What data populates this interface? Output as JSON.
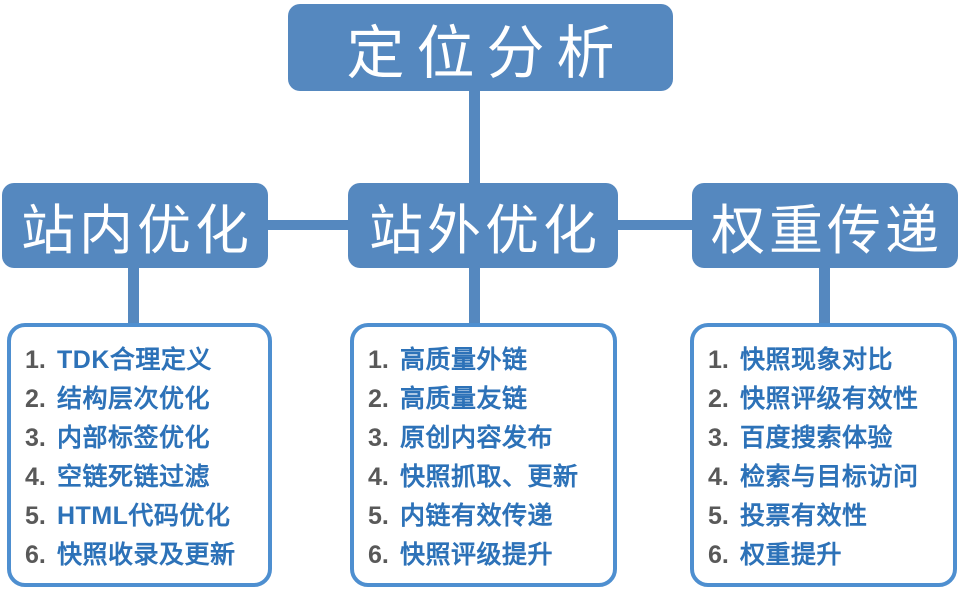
{
  "colors": {
    "node_fill": "#5588BF",
    "node_text": "#FFFFFF",
    "connector": "#5588BF",
    "panel_border": "#4E8FD0",
    "item_text": "#2D72B8",
    "item_number": "#595959",
    "background": "#FFFFFF"
  },
  "root": {
    "label": "定位分析"
  },
  "branches": [
    {
      "label": "站内优化",
      "items": [
        {
          "num": "1.",
          "label": "TDK合理定义"
        },
        {
          "num": "2.",
          "label": "结构层次优化"
        },
        {
          "num": "3.",
          "label": "内部标签优化"
        },
        {
          "num": "4.",
          "label": "空链死链过滤"
        },
        {
          "num": "5.",
          "label": "HTML代码优化"
        },
        {
          "num": "6.",
          "label": "快照收录及更新"
        }
      ]
    },
    {
      "label": "站外优化",
      "items": [
        {
          "num": "1.",
          "label": "高质量外链"
        },
        {
          "num": "2.",
          "label": "高质量友链"
        },
        {
          "num": "3.",
          "label": "原创内容发布"
        },
        {
          "num": "4.",
          "label": "快照抓取、更新"
        },
        {
          "num": "5.",
          "label": "内链有效传递"
        },
        {
          "num": "6.",
          "label": "快照评级提升"
        }
      ]
    },
    {
      "label": "权重传递",
      "items": [
        {
          "num": "1.",
          "label": "快照现象对比"
        },
        {
          "num": "2.",
          "label": "快照评级有效性"
        },
        {
          "num": "3.",
          "label": "百度搜索体验"
        },
        {
          "num": "4.",
          "label": "检索与目标访问"
        },
        {
          "num": "5.",
          "label": "投票有效性"
        },
        {
          "num": "6.",
          "label": "权重提升"
        }
      ]
    }
  ]
}
